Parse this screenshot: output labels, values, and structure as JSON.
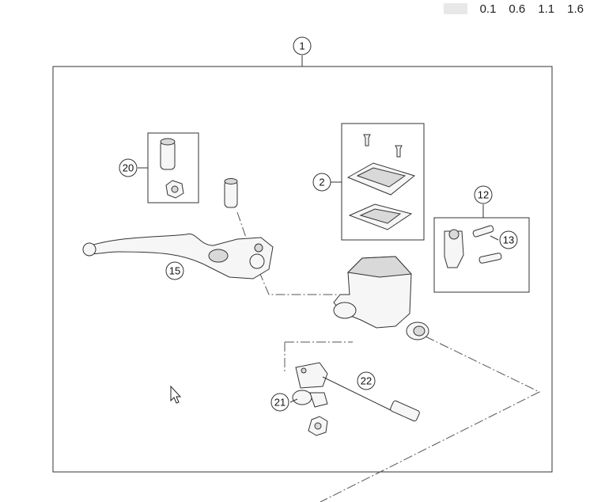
{
  "zoom": {
    "options": [
      "0.1",
      "0.6",
      "1.1",
      "1.6"
    ]
  },
  "callouts": {
    "c1": "1",
    "c2": "2",
    "c12": "12",
    "c13": "13",
    "c15": "15",
    "c20": "20",
    "c21": "21",
    "c22": "22"
  },
  "icons": {
    "cursor": "mouse-pointer-icon"
  }
}
